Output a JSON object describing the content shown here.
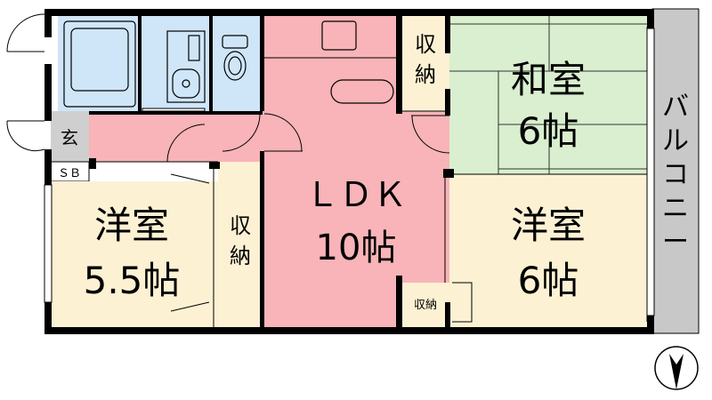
{
  "rooms": {
    "ldk": {
      "name": "ＬＤＫ",
      "size": "10帖"
    },
    "washitsu": {
      "name": "和室",
      "size": "6帖"
    },
    "youshitsu_right": {
      "name": "洋室",
      "size": "6帖"
    },
    "youshitsu_left": {
      "name": "洋室",
      "size": "5.5帖"
    },
    "genkan": {
      "name": "玄"
    },
    "shoe_box": {
      "name": "ＳＢ"
    }
  },
  "storage": {
    "top": {
      "line1": "収",
      "line2": "納"
    },
    "left": {
      "line1": "収",
      "line2": "納"
    },
    "small": {
      "label": "収納"
    }
  },
  "balcony": {
    "chars": [
      "バ",
      "ル",
      "コ",
      "ニ",
      "ー"
    ]
  },
  "colors": {
    "ldk": "#f8b4b8",
    "washitsu": "#d9efcf",
    "youshitsu": "#fdf1d4",
    "bath": "#cfe5f8",
    "genkan": "#cfcfcf",
    "balcony": "#c8c8c8",
    "wall": "#000000"
  },
  "icons": [
    "bathtub-icon",
    "washbasin-icon",
    "toilet-icon",
    "north-arrow-icon"
  ]
}
